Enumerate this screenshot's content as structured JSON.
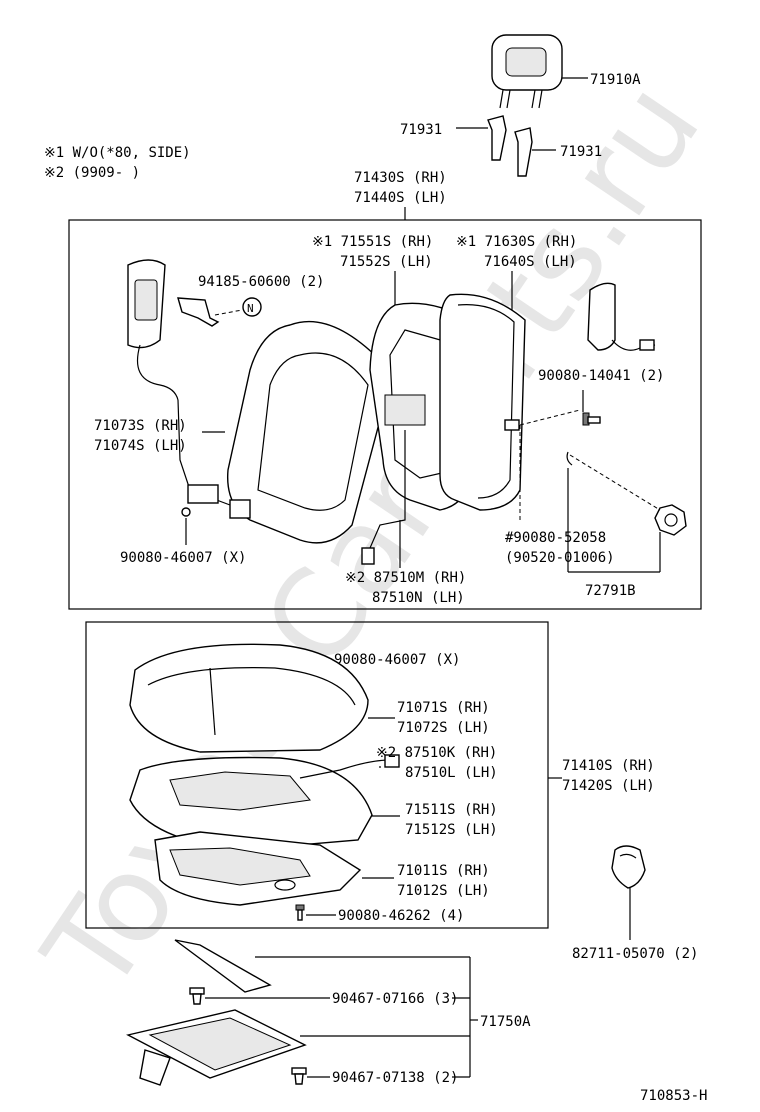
{
  "notes": {
    "note1": "※1 W/O(*80, SIDE)",
    "note2": "※2 (9909-      )"
  },
  "diagram_id": "710853-H",
  "watermark": "ToyotaCarParts.ru",
  "labels": {
    "p71910A": "71910A",
    "p71931a": "71931",
    "p71931b": "71931",
    "p71430": "71430S (RH)",
    "p71440": "71440S (LH)",
    "p71551": "※1 71551S (RH)",
    "p71552": "71552S (LH)",
    "p71630": "※1 71630S (RH)",
    "p71640": "71640S (LH)",
    "p94185": "94185-60600 (2)",
    "pN": "N",
    "p90080_14041": "90080-14041 (2)",
    "p71073": "71073S (RH)",
    "p71074": "71074S (LH)",
    "p90080_46007a": "90080-46007 (X)",
    "p90080_52058": "#90080-52058",
    "p90520": "(90520-01006)",
    "p87510M": "※2 87510M (RH)",
    "p87510N": "87510N (LH)",
    "p72791B": "72791B",
    "p90080_46007b": "90080-46007 (X)",
    "p71071": "71071S (RH)",
    "p71072": "71072S (LH)",
    "p87510K": "※2 87510K (RH)",
    "p87510L": "87510L (LH)",
    "p71410": "71410S (RH)",
    "p71420": "71420S (LH)",
    "p71511": "71511S (RH)",
    "p71512": "71512S (LH)",
    "p71011": "71011S (RH)",
    "p71012": "71012S (LH)",
    "p90080_46262": "90080-46262 (4)",
    "p82711": "82711-05070 (2)",
    "p90467_07166": "90467-07166 (3)",
    "p71750A": "71750A",
    "p90467_07138": "90467-07138 (2)"
  }
}
